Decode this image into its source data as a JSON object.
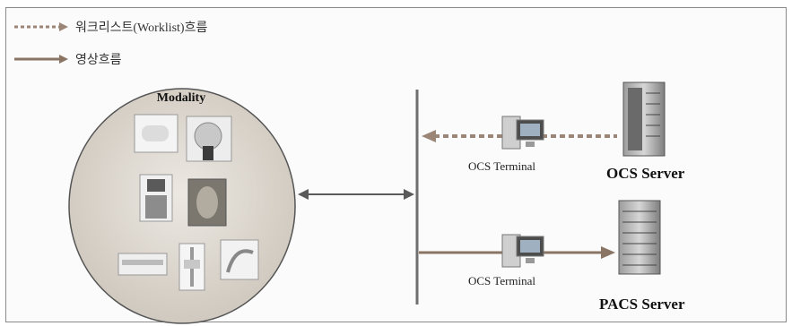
{
  "legend": {
    "worklist_label": "워크리스트(Worklist)흐름",
    "image_flow_label": "영상흐름"
  },
  "modality": {
    "title": "Modality"
  },
  "nodes": {
    "ocs_terminal_top": "OCS Terminal",
    "ocs_terminal_bottom": "OCS Terminal",
    "ocs_server": "OCS Server",
    "pacs_server": "PACS Server"
  },
  "colors": {
    "arrow": "#8a7464",
    "circle": "#d9d4cc",
    "frame": "#8a8a8a"
  }
}
